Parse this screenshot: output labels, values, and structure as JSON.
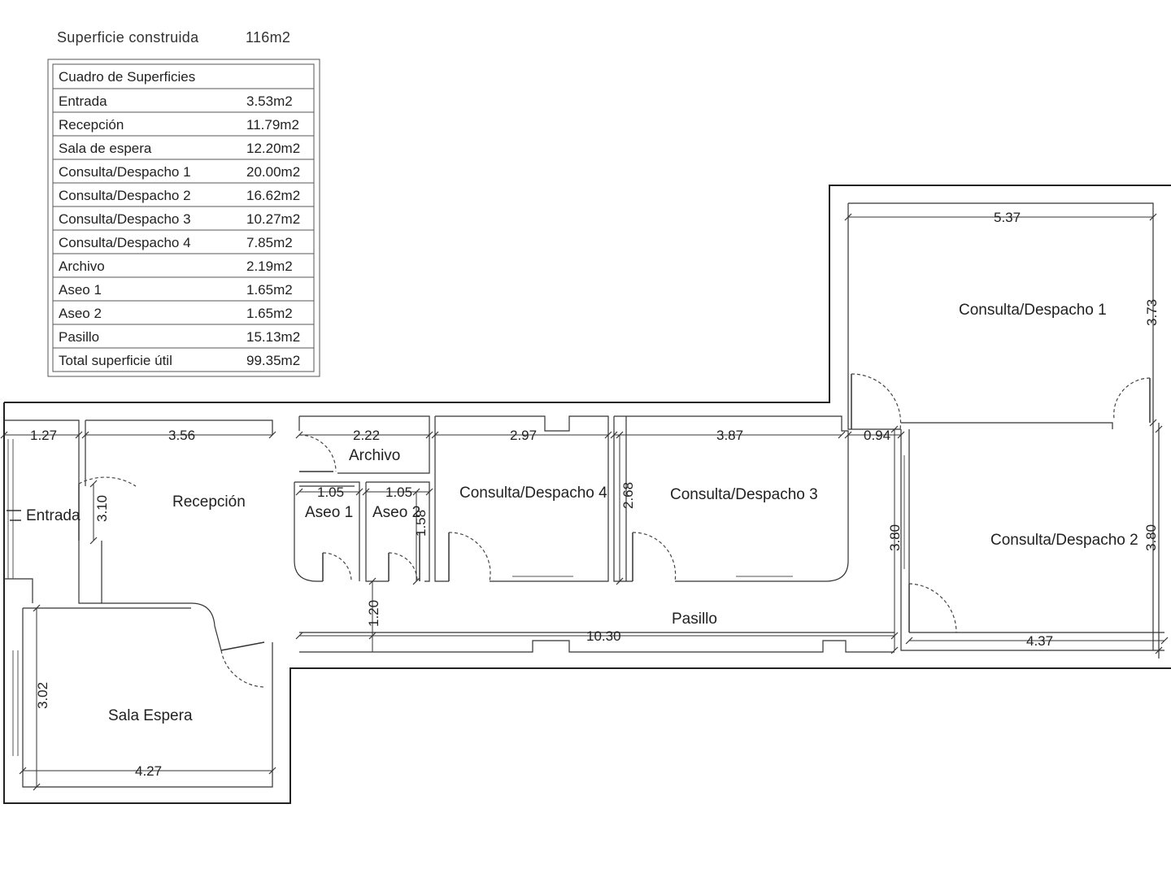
{
  "summary": {
    "label": "Superficie construida",
    "value": "116m2"
  },
  "table": {
    "title": "Cuadro de Superficies",
    "rows": [
      {
        "name": "Entrada",
        "area": "3.53m2"
      },
      {
        "name": "Recepción",
        "area": "11.79m2"
      },
      {
        "name": "Sala de espera",
        "area": "12.20m2"
      },
      {
        "name": "Consulta/Despacho 1",
        "area": "20.00m2"
      },
      {
        "name": "Consulta/Despacho 2",
        "area": "16.62m2"
      },
      {
        "name": "Consulta/Despacho 3",
        "area": "10.27m2"
      },
      {
        "name": "Consulta/Despacho 4",
        "area": "7.85m2"
      },
      {
        "name": "Archivo",
        "area": "2.19m2"
      },
      {
        "name": "Aseo 1",
        "area": "1.65m2"
      },
      {
        "name": "Aseo 2",
        "area": "1.65m2"
      },
      {
        "name": "Pasillo",
        "area": "15.13m2"
      },
      {
        "name": "Total superficie útil",
        "area": "99.35m2"
      }
    ]
  },
  "rooms": {
    "entrada": "Entrada",
    "recepcion": "Recepción",
    "sala_espera": "Sala Espera",
    "archivo": "Archivo",
    "aseo1": "Aseo 1",
    "aseo2": "Aseo 2",
    "despacho4": "Consulta/Despacho 4",
    "despacho3": "Consulta/Despacho 3",
    "despacho1": "Consulta/Despacho 1",
    "despacho2": "Consulta/Despacho 2",
    "pasillo": "Pasillo"
  },
  "dimensions": {
    "entrada_w": "1.27",
    "recepcion_w": "3.56",
    "archivo_w": "2.22",
    "despacho4_w": "2.97",
    "despacho3_w": "3.87",
    "passage_w": "0.94",
    "despacho1_w": "5.37",
    "despacho1_h": "3.73",
    "despacho2_h_left": "3.80",
    "despacho2_h_right": "3.80",
    "despacho2_w": "4.37",
    "recepcion_h": "3.10",
    "aseo1_w": "1.05",
    "aseo2_w": "1.05",
    "aseo_h": "1.58",
    "despacho3_h": "2.68",
    "pasillo_h": "1.20",
    "pasillo_w": "10.30",
    "sala_h": "3.02",
    "sala_w": "4.27"
  }
}
